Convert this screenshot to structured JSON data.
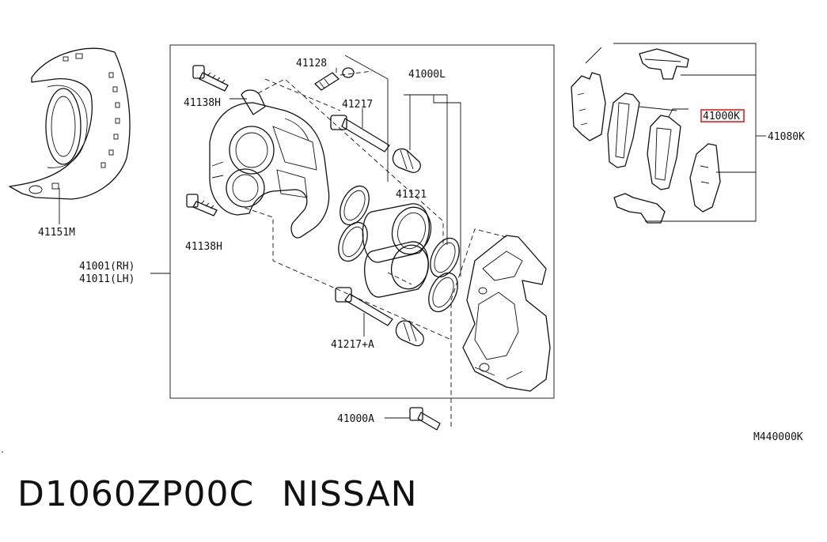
{
  "callouts": {
    "c41151m": "41151M",
    "c41128": "41128",
    "c41000l": "41000L",
    "c41138h_top": "41138H",
    "c41217": "41217",
    "c41121": "41121",
    "c41138h_bottom": "41138H",
    "c41001_rh": "41001(RH)",
    "c41011_lh": "41011(LH)",
    "c41217a": "41217+A",
    "c41000a": "41000A",
    "c41000k": "41000K",
    "c41080k": "41080K",
    "c_ref": "M440000K"
  },
  "footer": {
    "part_number": "D1060ZP00C",
    "brand": "NISSAN"
  },
  "colors": {
    "highlight": "#e53935",
    "ink": "#111111"
  }
}
